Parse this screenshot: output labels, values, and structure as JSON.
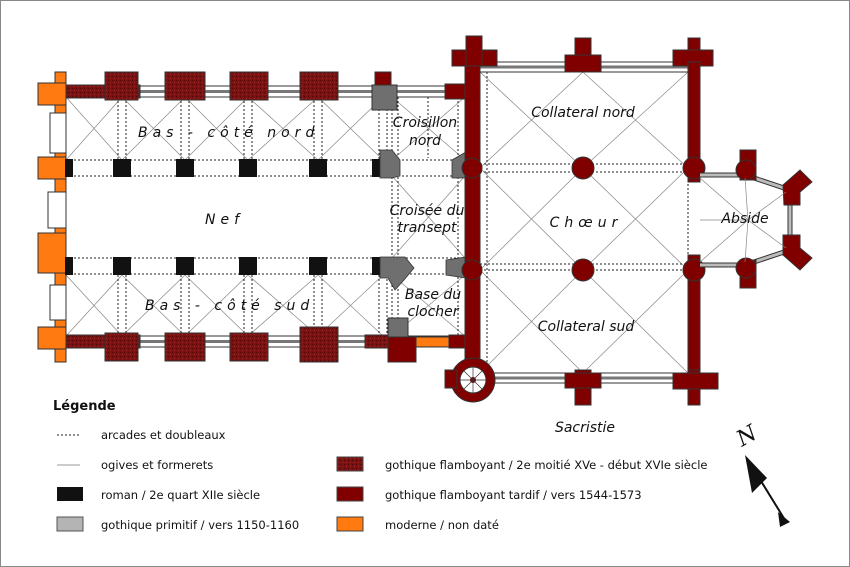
{
  "colors": {
    "roman": "#111111",
    "gothique_primitif": "#6f6f6f",
    "flamboyant": "#7a1212",
    "flamboyant_tardif": "#800000",
    "moderne": "#ff7a10"
  },
  "plan": {
    "labels": {
      "bas_cote_nord": "Bas - côté nord",
      "nef": "Nef",
      "bas_cote_sud": "Bas - côté sud",
      "croisillon_nord_1": "Croisillon",
      "croisillon_nord_2": "nord",
      "croisee_1": "Croisée du",
      "croisee_2": "transept",
      "base_clocher_1": "Base du",
      "base_clocher_2": "clocher",
      "collateral_nord": "Collateral nord",
      "choeur": "Chœur",
      "collateral_sud": "Collateral sud",
      "abside": "Abside",
      "sacristie": "Sacristie"
    },
    "compass_letter": "N"
  },
  "legend": {
    "title": "Légende",
    "items": [
      {
        "label": "arcades et doubleaux",
        "icon": "dotted-line"
      },
      {
        "label": "ogives et formerets",
        "icon": "thin-line"
      },
      {
        "label": "roman / 2e quart XIIe siècle",
        "icon": "swatch-black"
      },
      {
        "label": "gothique primitif / vers 1150-1160",
        "icon": "swatch-gray"
      },
      {
        "label": "gothique flamboyant / 2e moitié XVe - début XVIe siècle",
        "icon": "swatch-textured-red"
      },
      {
        "label": "gothique flamboyant tardif / vers 1544-1573",
        "icon": "swatch-dark-red"
      },
      {
        "label": "moderne / non daté",
        "icon": "swatch-orange"
      }
    ]
  }
}
